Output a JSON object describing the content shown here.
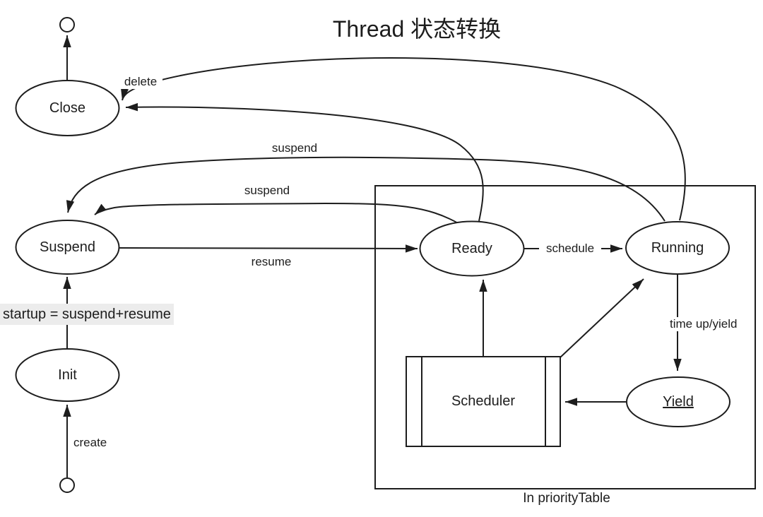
{
  "title": "Thread 状态转换",
  "states": {
    "close": "Close",
    "suspend": "Suspend",
    "init": "Init",
    "ready": "Ready",
    "running": "Running",
    "scheduler": "Scheduler",
    "yield": "Yield"
  },
  "transitions": {
    "create": "create",
    "startup": "startup = suspend+resume",
    "resume": "resume",
    "schedule": "schedule",
    "suspend_from_running": "suspend",
    "suspend_from_ready": "suspend",
    "delete": "delete",
    "time_up_yield": "time up/yield"
  },
  "container": {
    "label": "In priorityTable"
  },
  "colors": {
    "stroke": "#1d1d1d",
    "background": "#ffffff",
    "startup_highlight": "#ececec"
  }
}
